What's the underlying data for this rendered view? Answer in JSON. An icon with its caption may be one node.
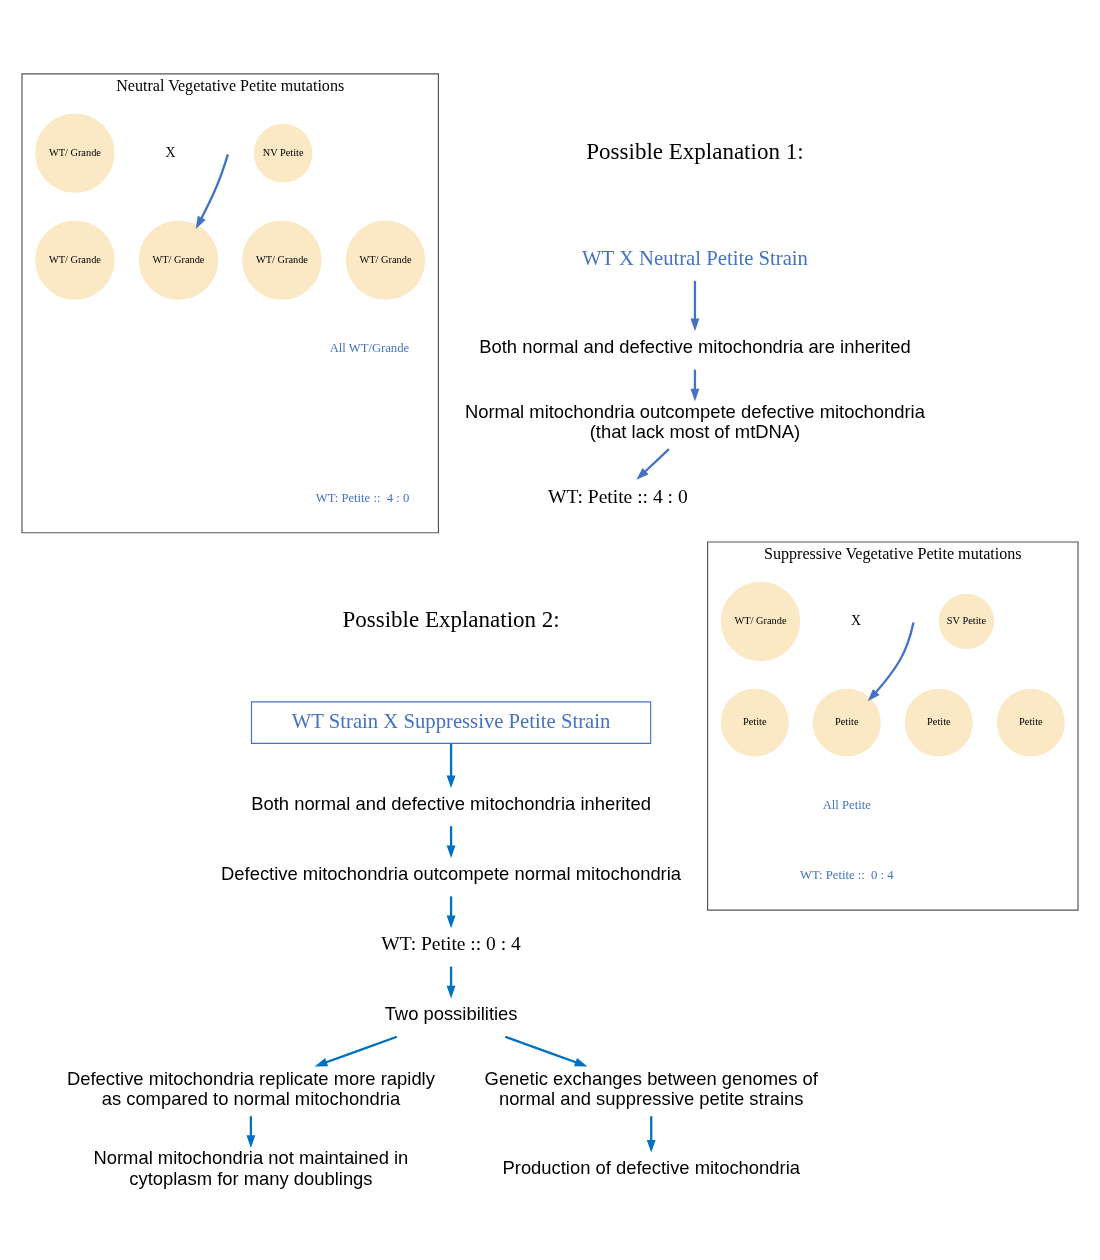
{
  "diagram": {
    "nodes": [
      {
        "text": [
          "Neutral Vegetative Petite mutations"
        ]
      },
      {
        "text": [
          "WT/ Grande"
        ],
        "in": 0
      },
      {
        "text": [
          "NV Petite"
        ],
        "in": 0
      },
      {
        "text": [
          "WT/ Grande"
        ],
        "in": 0
      },
      {
        "text": [
          "WT/ Grande"
        ],
        "in": 0
      },
      {
        "text": [
          "WT/ Grande"
        ],
        "in": 0
      },
      {
        "text": [
          "WT/ Grande"
        ],
        "in": 0
      },
      {
        "text": [
          "WT X Neutral Petite Strain"
        ]
      },
      {
        "text": [
          "Both normal and defective mitochondria are inherited"
        ]
      },
      {
        "text": [
          "Normal mitochondria outcompete defective mitochondria (that lack most of mtDNA)"
        ]
      },
      {
        "text": [
          "WT: Petite :: 4 : 0"
        ]
      },
      {
        "text": [
          "Suppressive Vegetative Petite mutations"
        ]
      },
      {
        "text": [
          "WT/ Grande"
        ],
        "in": 11
      },
      {
        "text": [
          "SV Petite"
        ],
        "in": 11
      },
      {
        "text": [
          "Petite"
        ],
        "in": 11
      },
      {
        "text": [
          "Petite"
        ],
        "in": 11
      },
      {
        "text": [
          "Petite"
        ],
        "in": 11
      },
      {
        "text": [
          "Petite"
        ],
        "in": 11
      },
      {
        "text": [
          "WT Strain X Suppressive Petite Strain"
        ]
      },
      {
        "text": [
          "Both normal and defective mitochondria inherited"
        ]
      },
      {
        "text": [
          "Defective mitochondria outcompete normal mitochondria"
        ]
      },
      {
        "text": [
          "WT: Petite :: 0 : 4"
        ]
      },
      {
        "text": [
          "Two possibilities"
        ]
      },
      {
        "text": [
          "Defective mitochondria replicate more rapidly as compared to normal mitochondria"
        ]
      },
      {
        "text": [
          "Genetic exchanges between genomes of normal and suppressive petite strains"
        ]
      },
      {
        "text": [
          "Normal mitochondria not maintained in cytoplasm for many doublings"
        ]
      },
      {
        "text": [
          "Production of defective mitochondria"
        ]
      }
    ],
    "edges": [
      {
        "from": null,
        "to": 4,
        "arrow": "to",
        "color": "#4472c4"
      },
      {
        "from": 7,
        "to": 8,
        "arrow": "to",
        "color": "#4472c4"
      },
      {
        "from": 8,
        "to": 9,
        "arrow": "to",
        "color": "#4472c4"
      },
      {
        "from": 9,
        "to": 10,
        "arrow": "to",
        "color": "#4472c4"
      },
      {
        "from": null,
        "to": 15,
        "arrow": "to",
        "color": "#4472c4"
      },
      {
        "from": 18,
        "to": 19,
        "arrow": "to"
      },
      {
        "from": 19,
        "to": 20,
        "arrow": "to"
      },
      {
        "from": 20,
        "to": 21,
        "arrow": "to"
      },
      {
        "from": 21,
        "to": 22,
        "arrow": "to"
      },
      {
        "from": 22,
        "to": 23,
        "arrow": "to"
      },
      {
        "from": 22,
        "to": 24,
        "arrow": "to"
      },
      {
        "from": 23,
        "to": 25,
        "arrow": "to"
      },
      {
        "from": 24,
        "to": 26,
        "arrow": "to"
      }
    ],
    "labels": [
      "Possible Explanation 1:",
      "X",
      "All WT/Grande",
      "WT: Petite ::  4 : 0",
      "Possible Explanation 2:",
      "X",
      "All Petite",
      "WT: Petite ::  0 : 4"
    ]
  }
}
